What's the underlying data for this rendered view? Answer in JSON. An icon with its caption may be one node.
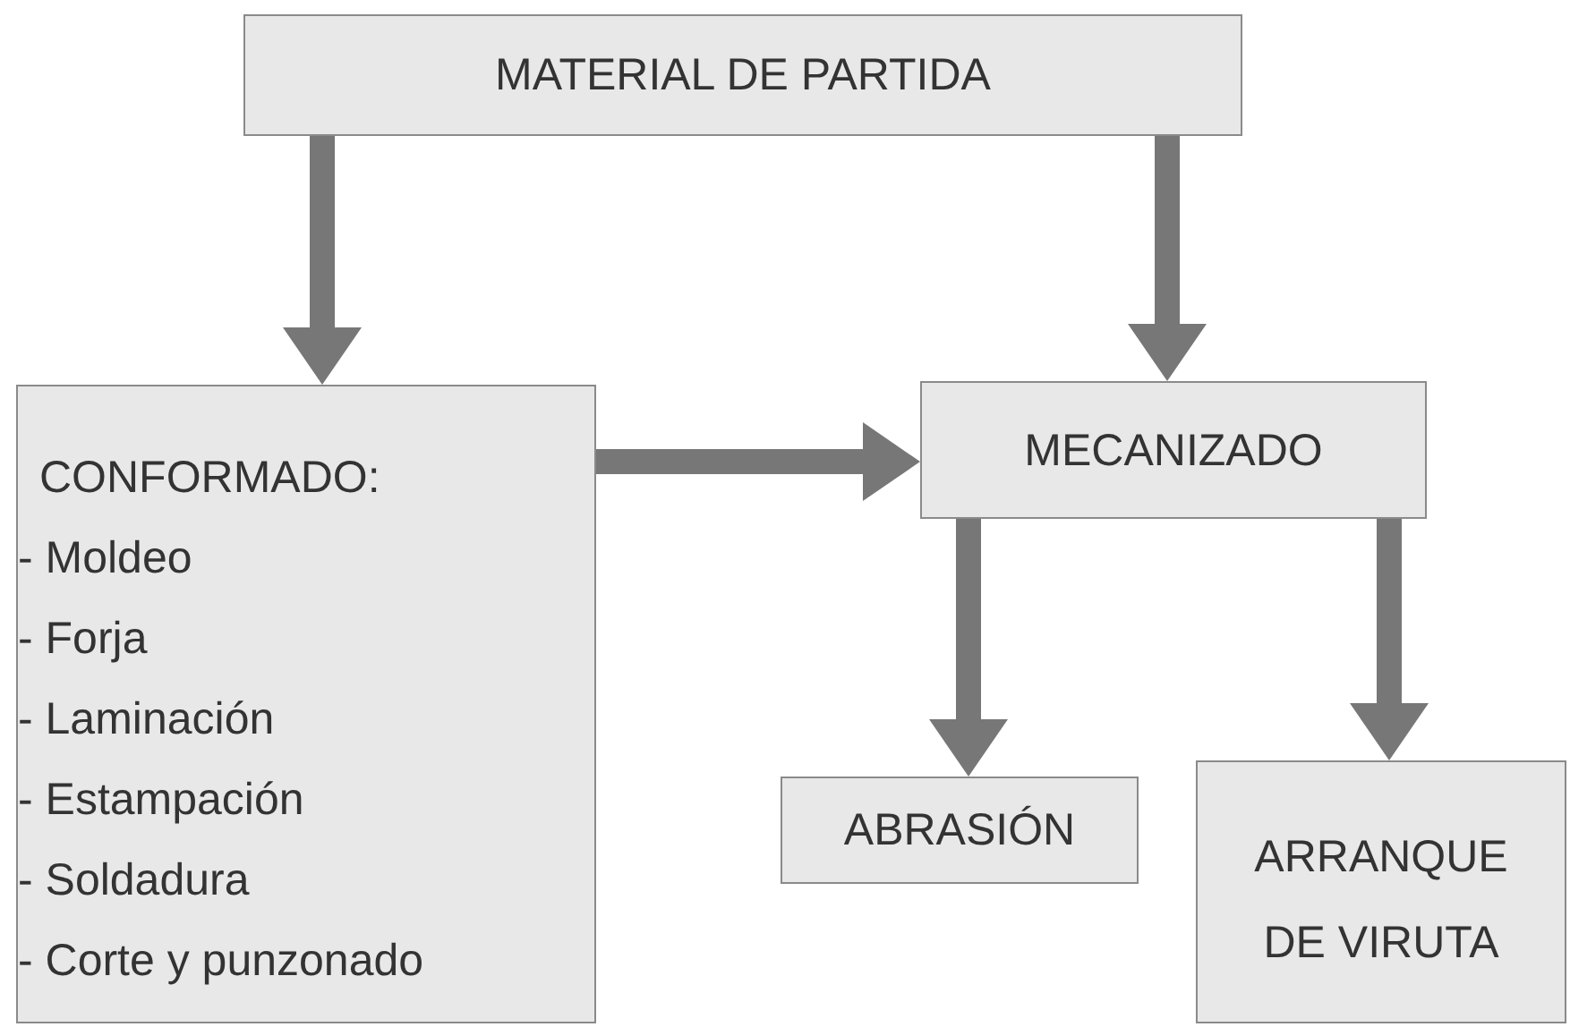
{
  "diagram": {
    "nodes": [
      {
        "text": [
          "MATERIAL DE PARTIDA"
        ]
      },
      {
        "text": [
          "CONFORMADO:",
          "- Moldeo",
          "- Forja",
          "- Laminación",
          "- Estampación",
          "- Soldadura",
          "- Corte y punzonado"
        ]
      },
      {
        "text": [
          "MECANIZADO"
        ]
      },
      {
        "text": [
          "ABRASIÓN"
        ]
      },
      {
        "text": [
          "ARRANQUE DE VIRUTA"
        ]
      }
    ],
    "edges": [
      {
        "from": 0,
        "to": 1,
        "arrow": "to"
      },
      {
        "from": 0,
        "to": 2,
        "arrow": "to"
      },
      {
        "from": 1,
        "to": 2,
        "arrow": "to"
      },
      {
        "from": 2,
        "to": 3,
        "arrow": "to"
      },
      {
        "from": 2,
        "to": 4,
        "arrow": "to"
      }
    ]
  }
}
